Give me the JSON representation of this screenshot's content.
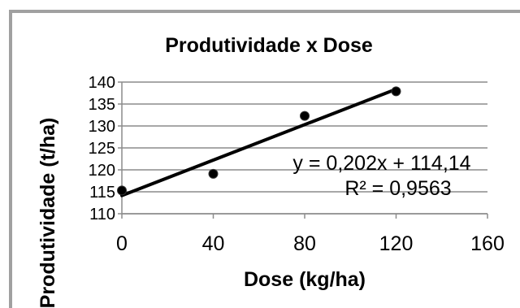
{
  "chart_data": {
    "type": "scatter",
    "title": "Produtividade x Dose",
    "xlabel": "Dose (kg/ha)",
    "ylabel": "Produtividade (t/ha)",
    "xlim": [
      0,
      160
    ],
    "ylim": [
      110,
      140
    ],
    "x_ticks": [
      "0",
      "40",
      "80",
      "120",
      "160"
    ],
    "y_ticks": [
      "110",
      "115",
      "120",
      "125",
      "130",
      "135",
      "140"
    ],
    "grid": "horizontal",
    "series": [
      {
        "x": [
          0,
          40,
          80,
          120
        ],
        "y": [
          115.3,
          119.1,
          132.3,
          137.9
        ],
        "color": "#000000"
      }
    ],
    "trendline": {
      "type": "linear",
      "slope": 0.202,
      "intercept": 114.14,
      "color": "#000000"
    },
    "annotations": {
      "equation": "y = 0,202x + 114,14",
      "r_squared": "R² = 0,9563"
    }
  }
}
